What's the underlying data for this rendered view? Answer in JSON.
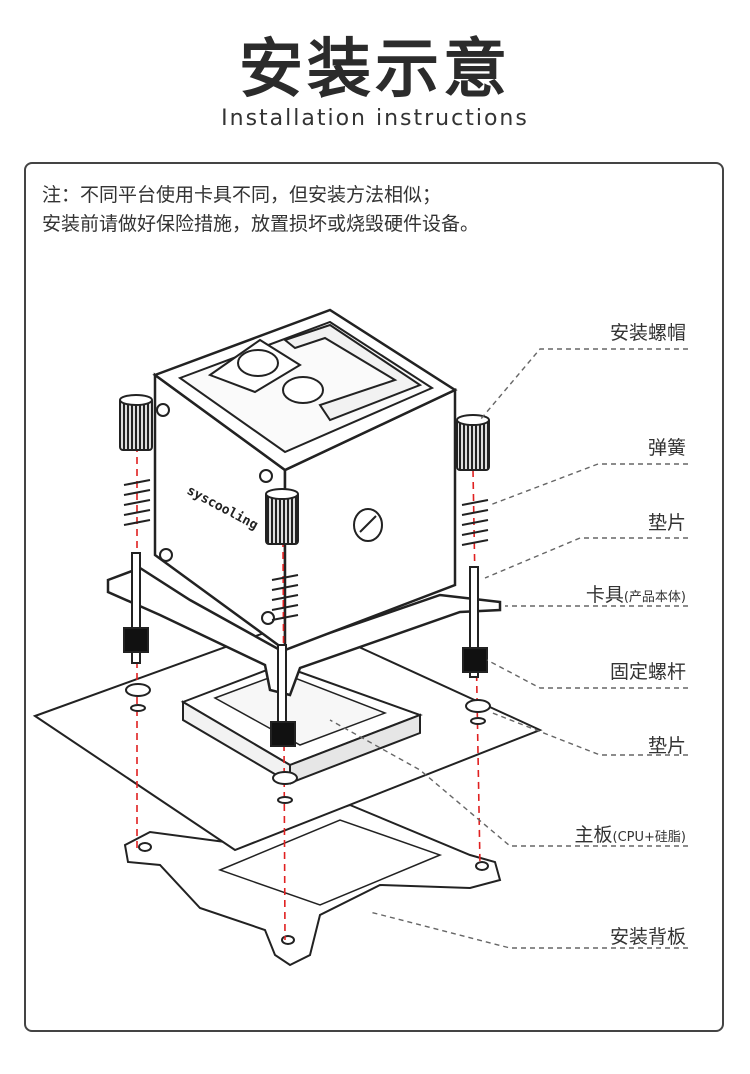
{
  "header": {
    "title": "安装示意",
    "subtitle": "Installation instructions"
  },
  "notes": [
    "注：不同平台使用卡具不同，但安装方法相似；",
    "安装前请做好保险措施，放置损坏或烧毁硬件设备。"
  ],
  "diagram": {
    "brand_text": "syscooling",
    "labels": [
      {
        "main": "安装螺帽",
        "sub": ""
      },
      {
        "main": "弹簧",
        "sub": ""
      },
      {
        "main": "垫片",
        "sub": ""
      },
      {
        "main": "卡具",
        "sub": "(产品本体)"
      },
      {
        "main": "固定螺杆",
        "sub": ""
      },
      {
        "main": "垫片",
        "sub": ""
      },
      {
        "main": "主板",
        "sub": "(CPU+硅脂)"
      },
      {
        "main": "安装背板",
        "sub": ""
      }
    ],
    "colors": {
      "line": "#222222",
      "guide": "#e02020",
      "leader": "#666666"
    }
  }
}
